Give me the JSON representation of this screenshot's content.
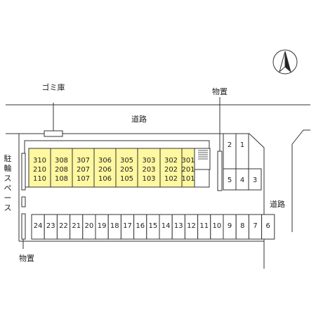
{
  "labels": {
    "garbage_shed": "ゴミ庫",
    "storage_top": "物置",
    "road_top": "道路",
    "road_right": "道路",
    "bicycle_space": [
      "駐",
      "輪",
      "ス",
      "ペ",
      "ー",
      "ス"
    ],
    "storage_bottom": "物置"
  },
  "building_units": [
    [
      "310",
      "210",
      "110"
    ],
    [
      "308",
      "208",
      "108"
    ],
    [
      "307",
      "207",
      "107"
    ],
    [
      "306",
      "206",
      "106"
    ],
    [
      "305",
      "205",
      "105"
    ],
    [
      "303",
      "203",
      "103"
    ],
    [
      "302",
      "202",
      "102"
    ],
    [
      "301",
      "201",
      "101"
    ]
  ],
  "parking_top_row": [
    "2",
    "1"
  ],
  "parking_middle_row": [
    "5",
    "4",
    "3"
  ],
  "parking_bottom_row": [
    "24",
    "23",
    "22",
    "21",
    "20",
    "19",
    "18",
    "17",
    "16",
    "15",
    "14",
    "13",
    "12",
    "11",
    "10",
    "9",
    "8",
    "7",
    "6"
  ],
  "colors": {
    "building_fill": "#fff8a0",
    "line": "#333333",
    "background": "#ffffff"
  },
  "icons": {
    "compass": "north-arrow-icon"
  }
}
